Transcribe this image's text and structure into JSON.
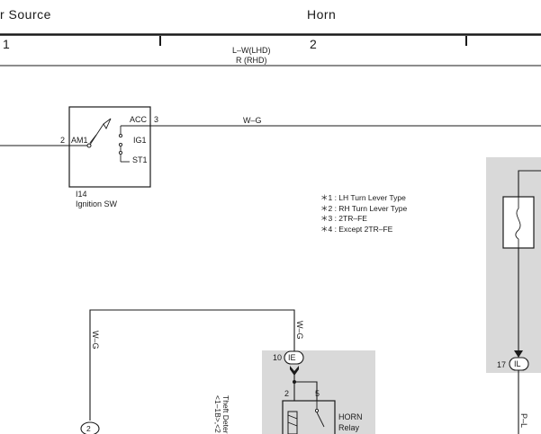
{
  "header": {
    "section_left": "r Source",
    "section_right": "Horn",
    "col_left": "1",
    "col_right": "2"
  },
  "wires": {
    "top_main": "L–W(LHD)",
    "top_main_sub": "R (RHD)",
    "acc_out": "W–G",
    "left_vertical": "W–G",
    "relay_feed": "W–G",
    "right_bottom": "P–L"
  },
  "ignition_switch": {
    "code": "I14",
    "name": "Ignition SW",
    "pin_acc": "ACC",
    "pin_acc_no": "3",
    "pin_am1": "AM1",
    "pin_am1_no": "2",
    "pin_ig1": "IG1",
    "pin_st1": "ST1"
  },
  "legend": [
    "＊1 : LH Turn Lever Type",
    "＊2 : RH Turn Lever Type",
    "＊3 : 2TR–FE",
    "＊4 : Except 2TR–FE"
  ],
  "connectors": {
    "ie_code": "IE",
    "ie_pin": "10",
    "il_code": "IL",
    "il_pin": "17",
    "bottom_left_pin": "2"
  },
  "relay": {
    "pin_a": "2",
    "pin_b": "5",
    "name_line1": "HORN",
    "name_line2": "Relay"
  },
  "side_note": {
    "line1": "Theft Deter",
    "line2": "<1–1B>,<2"
  },
  "colors": {
    "line": "#1a1a1a",
    "shade": "#d9d9d9",
    "background": "#ffffff"
  }
}
